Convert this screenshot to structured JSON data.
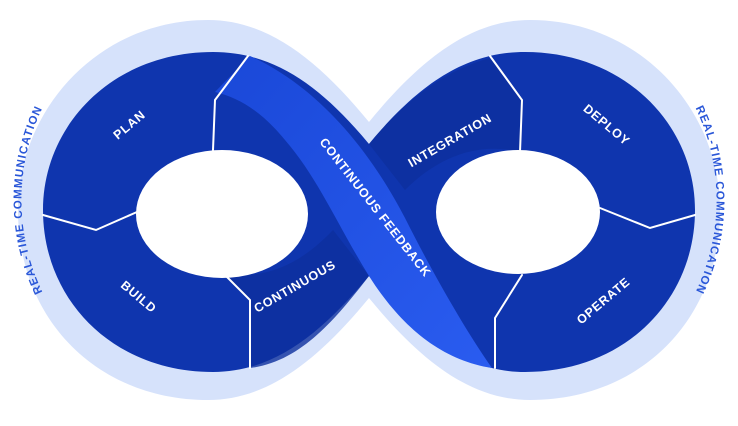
{
  "diagram": {
    "stages": {
      "plan": "PLAN",
      "build": "BUILD",
      "continuous": "CONTINUOUS",
      "integration": "INTEGRATION",
      "deploy": "DEPLOY",
      "operate": "OPERATE"
    },
    "center_band": "CONTINUOUS FEEDBACK",
    "outer_ring": {
      "left": "REAL-TIME COMMUNICATION",
      "right": "REAL-TIME COMMUNICATION"
    },
    "colors": {
      "halo": "#d6e2fb",
      "segment_dark": "#0f35ae",
      "band": "#1e4fe0",
      "text_light": "#ffffff",
      "ring_text": "#2a57d8",
      "background": "#ffffff"
    }
  }
}
